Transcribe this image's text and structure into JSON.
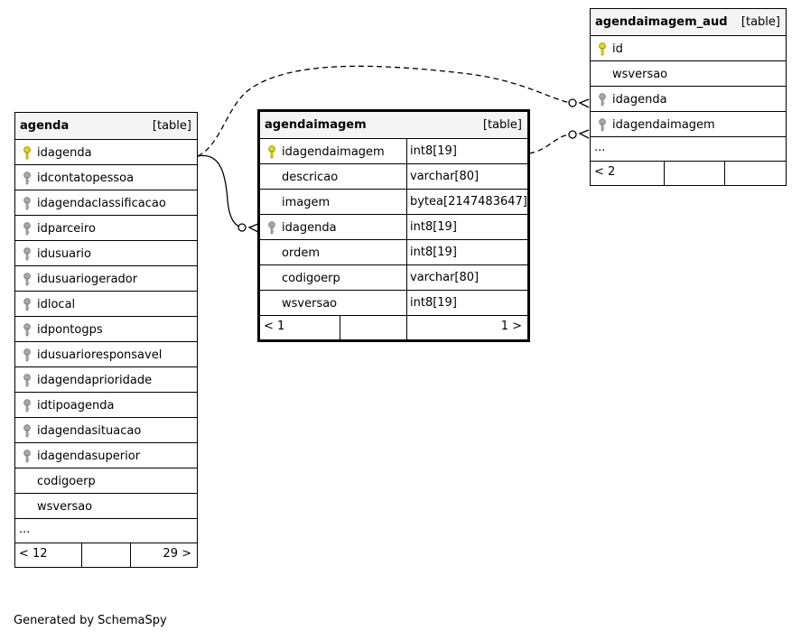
{
  "tables": {
    "agenda": {
      "name": "agenda",
      "kind": "[table]",
      "columns": [
        {
          "name": "idagenda",
          "key": "primary"
        },
        {
          "name": "idcontatopessoa",
          "key": "foreign"
        },
        {
          "name": "idagendaclassificacao",
          "key": "foreign"
        },
        {
          "name": "idparceiro",
          "key": "foreign"
        },
        {
          "name": "idusuario",
          "key": "foreign"
        },
        {
          "name": "idusuariogerador",
          "key": "foreign"
        },
        {
          "name": "idlocal",
          "key": "foreign"
        },
        {
          "name": "idpontogps",
          "key": "foreign"
        },
        {
          "name": "idusuarioresponsavel",
          "key": "foreign"
        },
        {
          "name": "idagendaprioridade",
          "key": "foreign"
        },
        {
          "name": "idtipoagenda",
          "key": "foreign"
        },
        {
          "name": "idagendasituacao",
          "key": "foreign"
        },
        {
          "name": "idagendasuperior",
          "key": "foreign"
        },
        {
          "name": "codigoerp",
          "key": "none"
        },
        {
          "name": "wsversao",
          "key": "none"
        }
      ],
      "ellipsis": "...",
      "footer_left": "< 12",
      "footer_right": "29 >"
    },
    "agendaimagem": {
      "name": "agendaimagem",
      "kind": "[table]",
      "columns": [
        {
          "name": "idagendaimagem",
          "type": "int8[19]",
          "key": "primary"
        },
        {
          "name": "descricao",
          "type": "varchar[80]",
          "key": "none"
        },
        {
          "name": "imagem",
          "type": "bytea[2147483647]",
          "key": "none"
        },
        {
          "name": "idagenda",
          "type": "int8[19]",
          "key": "foreign"
        },
        {
          "name": "ordem",
          "type": "int8[19]",
          "key": "none"
        },
        {
          "name": "codigoerp",
          "type": "varchar[80]",
          "key": "none"
        },
        {
          "name": "wsversao",
          "type": "int8[19]",
          "key": "none"
        }
      ],
      "footer_left": "< 1",
      "footer_right": "1 >"
    },
    "agendaimagem_aud": {
      "name": "agendaimagem_aud",
      "kind": "[table]",
      "columns": [
        {
          "name": "id",
          "key": "primary"
        },
        {
          "name": "wsversao",
          "key": "none"
        },
        {
          "name": "idagenda",
          "key": "foreign"
        },
        {
          "name": "idagendaimagem",
          "key": "foreign"
        }
      ],
      "ellipsis": "...",
      "footer_left": "< 2",
      "footer_right": ""
    }
  },
  "footer_note": "Generated by SchemaSpy",
  "colors": {
    "primary_key": "#e8d800",
    "foreign_key": "#a8a8a8",
    "header_bg": "#f4f4f4",
    "line": "#000000"
  },
  "icons": {
    "primary": "key-icon",
    "foreign": "foreign-key-icon"
  }
}
